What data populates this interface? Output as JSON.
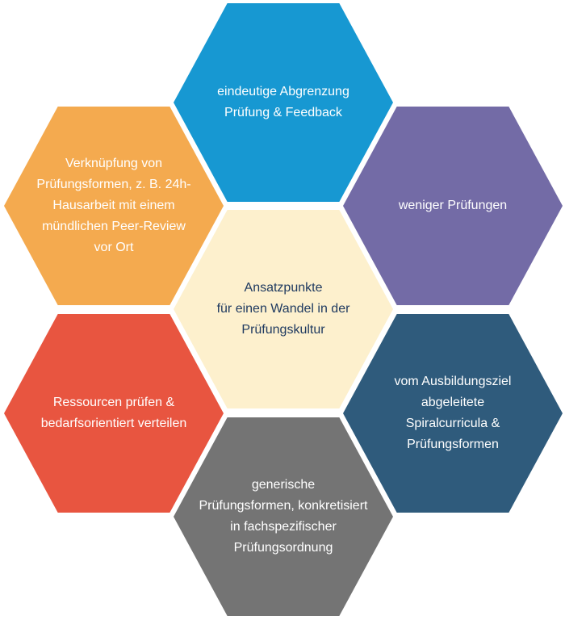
{
  "hexagons": {
    "top": {
      "text": "eindeutige Abgrenzung\nPrüfung & Feedback",
      "color": "#1798d2"
    },
    "upper_left": {
      "text": "Verknüpfung von\nPrüfungsformen, z. B. 24h-\nHausarbeit mit einem\nmündlichen Peer-Review\nvor Ort",
      "color": "#f4aa4f"
    },
    "upper_right": {
      "text": "weniger Prüfungen",
      "color": "#736ba6"
    },
    "center": {
      "text": "Ansatzpunkte\nfür einen Wandel in der\nPrüfungskultur",
      "color": "#fdf0cd"
    },
    "lower_left": {
      "text": "Ressourcen prüfen &\nbedarfsorientiert verteilen",
      "color": "#e85540"
    },
    "lower_right": {
      "text": "vom Ausbildungsziel\nabgeleitete\nSpiralcurricula &\nPrüfungsformen",
      "color": "#2f5b7c"
    },
    "bottom": {
      "text": "generische\nPrüfungsformen, konkretisiert\nin fachspezifischer\nPrüfungsordnung",
      "color": "#747474"
    }
  }
}
